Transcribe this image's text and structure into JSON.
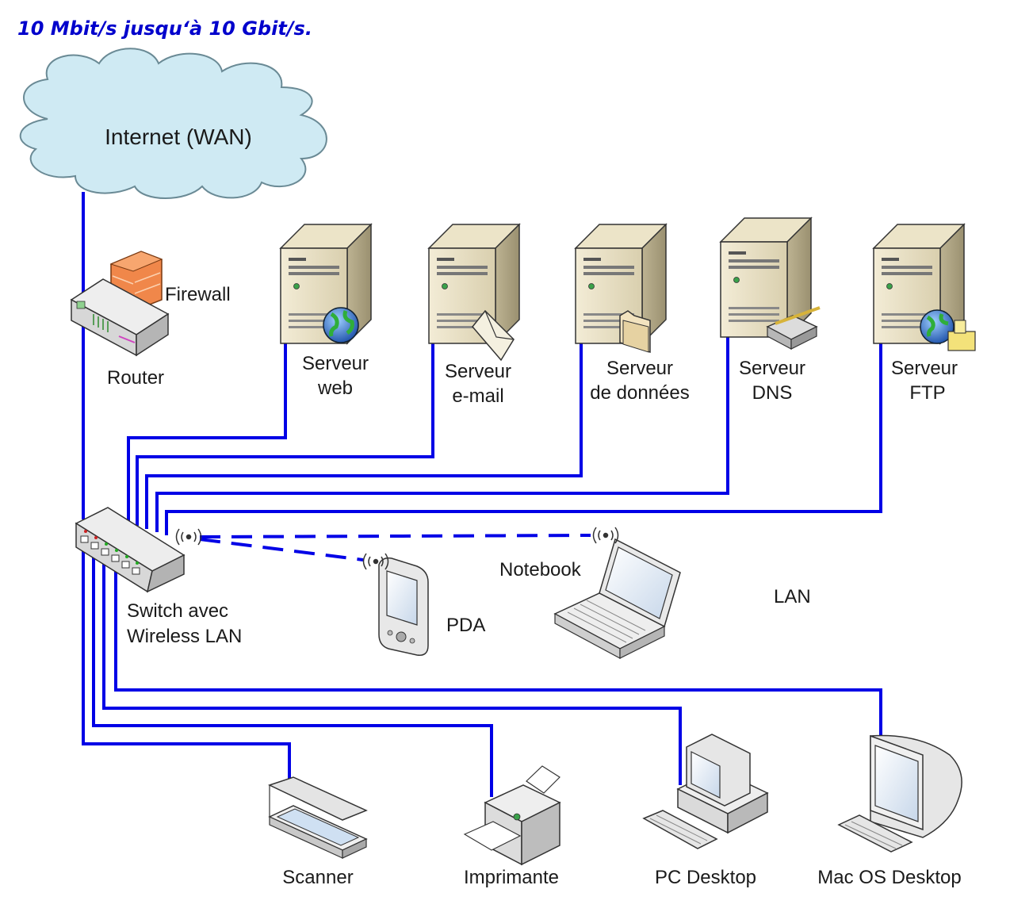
{
  "header": {
    "text": "10 Mbit/s jusqu‘à 10 Gbit/s."
  },
  "cloud": {
    "label": "Internet (WAN)",
    "fill": "#cfeaf3",
    "stroke": "#6a8a95"
  },
  "devices": {
    "firewall": {
      "label": "Firewall",
      "icon": "firewall-brick-icon"
    },
    "router": {
      "label": "Router",
      "icon": "router-icon"
    },
    "switch": {
      "line1": "Switch avec",
      "line2": "Wireless LAN",
      "icon": "switch-icon"
    },
    "pda": {
      "label": "PDA",
      "icon": "pda-icon"
    },
    "notebook": {
      "label": "Notebook",
      "icon": "laptop-icon"
    },
    "scanner": {
      "label": "Scanner",
      "icon": "scanner-icon"
    },
    "printer": {
      "label": "Imprimante",
      "icon": "printer-icon"
    },
    "pc": {
      "label": "PC Desktop",
      "icon": "pc-desktop-icon"
    },
    "mac": {
      "label": "Mac OS Desktop",
      "icon": "mac-desktop-icon"
    }
  },
  "servers": [
    {
      "line1": "Serveur",
      "line2": "web",
      "badge": "globe-icon"
    },
    {
      "line1": "Serveur",
      "line2": "e-mail",
      "badge": "envelope-icon"
    },
    {
      "line1": "Serveur",
      "line2": "de données",
      "badge": "folder-icon"
    },
    {
      "line1": "Serveur",
      "line2": "DNS",
      "badge": "tray-icon"
    },
    {
      "line1": "Serveur",
      "line2": "FTP",
      "badge": "globe-folder-icon"
    }
  ],
  "zone": {
    "label": "LAN"
  },
  "colors": {
    "wire": "#0000e6",
    "header": "#0000cc"
  }
}
